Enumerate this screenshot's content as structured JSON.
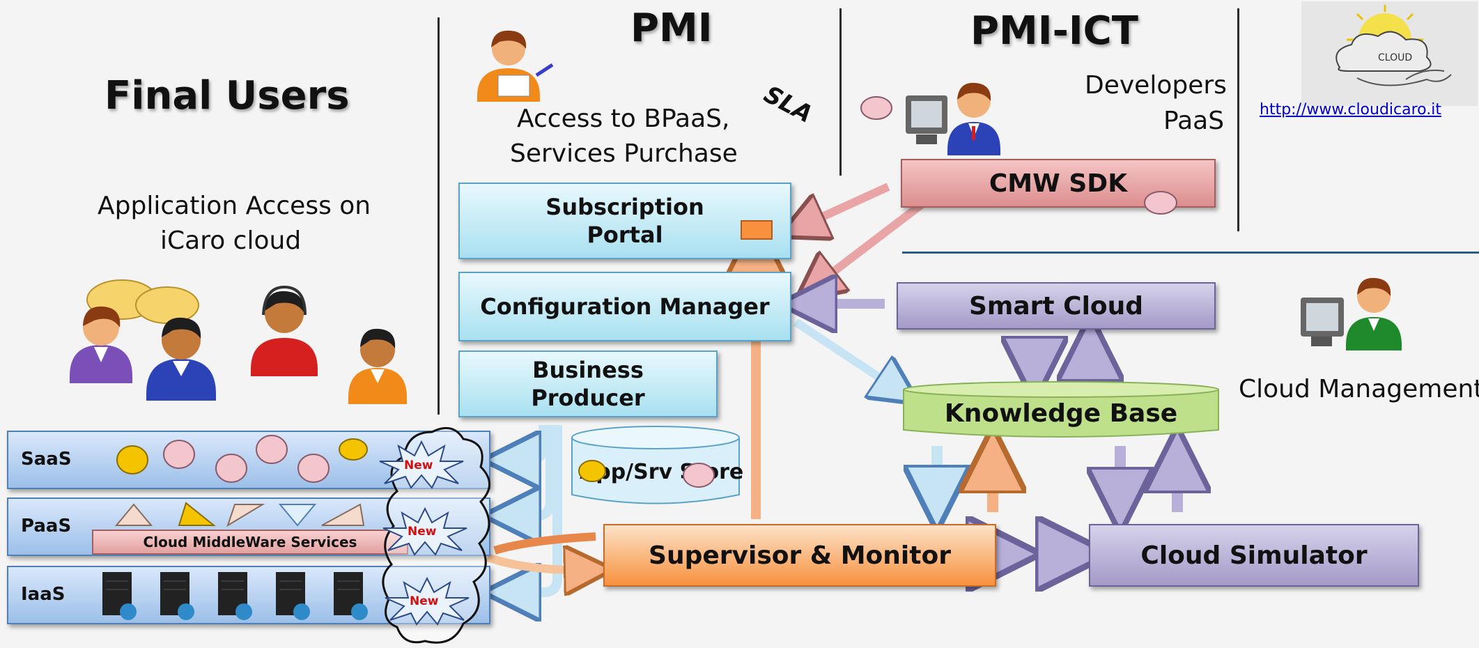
{
  "header": {
    "final_users": "Final Users",
    "pmi": "PMI",
    "pmi_ict": "PMI-ICT"
  },
  "final_users": {
    "line1": "Application Access on",
    "line2": "iCaro cloud"
  },
  "pmi": {
    "access_line1": "Access to BPaaS,",
    "access_line2": "Services Purchase",
    "sla": "SLA"
  },
  "pmi_ict": {
    "developers": "Developers",
    "paas": "PaaS"
  },
  "logo": {
    "link": "http://www.cloudicaro.it",
    "cloud_text": "CLOUD"
  },
  "boxes": {
    "subscription_line1": "Subscription",
    "subscription_line2": "Portal",
    "config_manager": "Configuration Manager",
    "business_line1": "Business",
    "business_line2": "Producer",
    "cmw_sdk": "CMW SDK",
    "smart_cloud": "Smart Cloud",
    "knowledge_base": "Knowledge Base",
    "app_srv_store": "App/Srv Store",
    "supervisor": "Supervisor & Monitor",
    "cloud_simulator": "Cloud Simulator"
  },
  "cloud_management": "Cloud Management",
  "layers": {
    "saas": "SaaS",
    "paas": "PaaS",
    "iaas": "IaaS",
    "middleware": "Cloud MiddleWare Services",
    "new_badge": "New"
  },
  "colors": {
    "cyan_box": "#a8e0f0",
    "violet_box": "#a49ac8",
    "pink_box": "#dc8e8e",
    "orange_box": "#f7913e",
    "green_cylinder": "#bfe08a",
    "layer_blue": "#9cbfe8"
  }
}
